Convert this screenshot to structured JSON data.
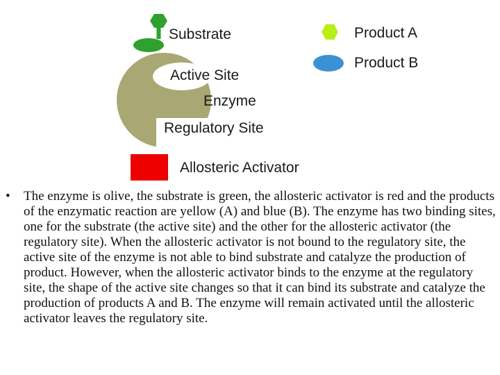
{
  "legend": {
    "substrate": {
      "label": "Substrate",
      "color": "#2ea12e",
      "head_color": "#2ea12e"
    },
    "active_site": {
      "label": "Active Site"
    },
    "enzyme": {
      "label": "Enzyme",
      "color": "#a9a773"
    },
    "regulatory_site": {
      "label": "Regulatory Site"
    },
    "allosteric_activator": {
      "label": "Allosteric Activator",
      "color": "#ee0000"
    },
    "product_a": {
      "label": "Product A",
      "color": "#b8ef16"
    },
    "product_b": {
      "label": "Product B",
      "color": "#3a92d4"
    }
  },
  "caption": {
    "bullet": "•",
    "text": "The enzyme is olive, the substrate is green, the allosteric activator is red and the products of the enzymatic reaction are yellow (A) and blue (B). The enzyme has two binding sites, one for the substrate (the active site) and the other for the allosteric activator (the regulatory site). When the allosteric activator is not bound to the regulatory site, the active site of the enzyme is not able to bind substrate and catalyze the production of product. However, when the allosteric activator binds to the enzyme at the regulatory site, the shape of the active site changes so that it can bind its substrate and catalyze the production of products A and B. The enzyme will remain activated until the allosteric activator leaves the regulatory site."
  }
}
